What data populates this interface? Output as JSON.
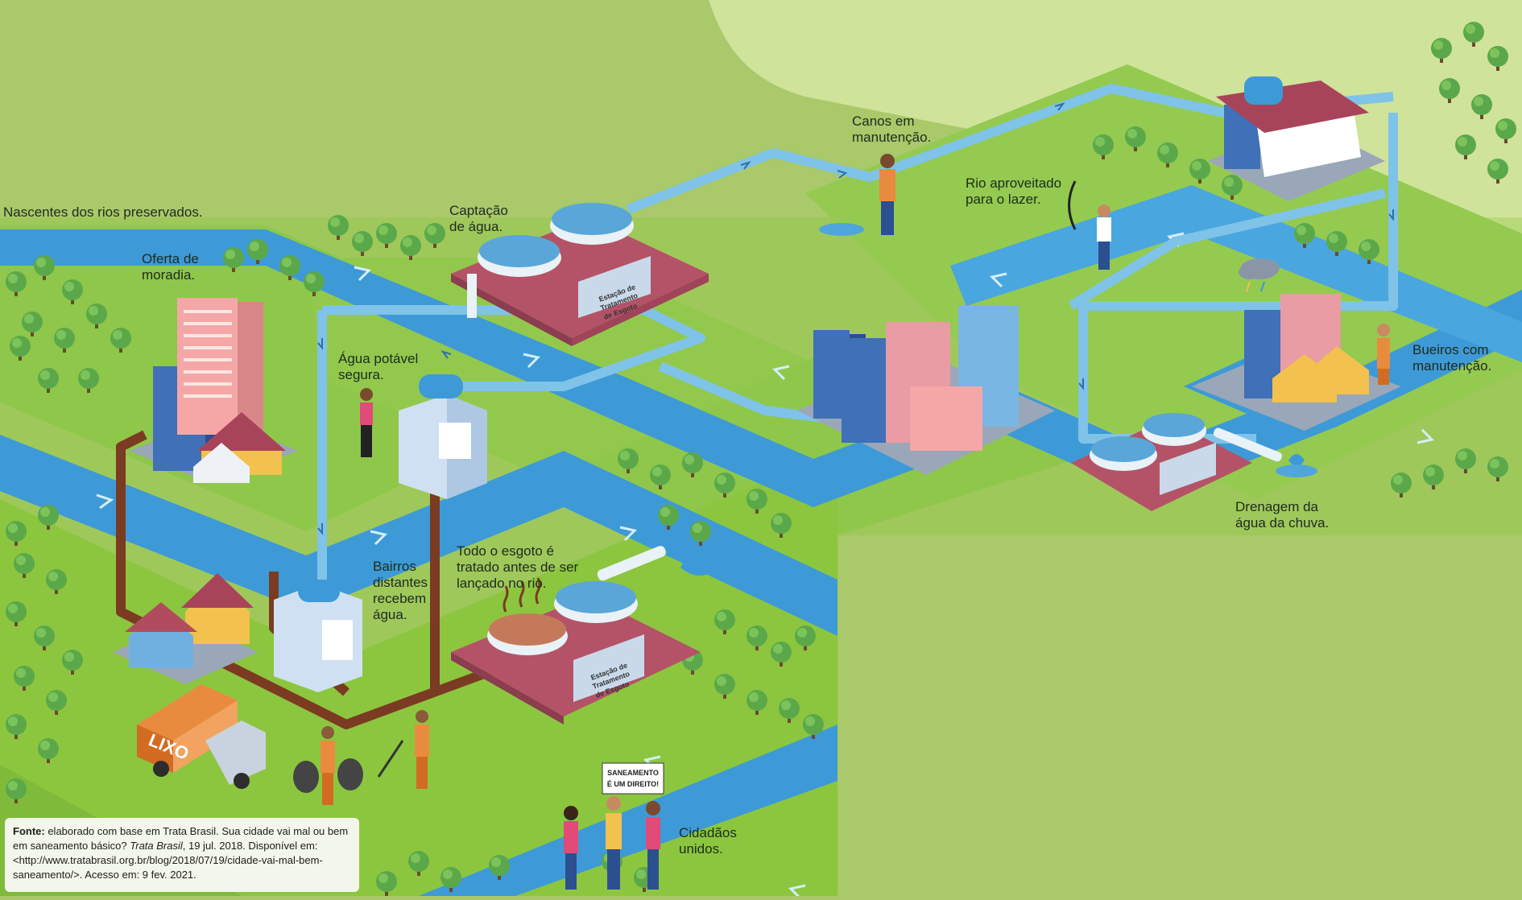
{
  "labels": {
    "nascentes": "Nascentes dos rios preservados.",
    "oferta": "Oferta de\nmoradia.",
    "captacao": "Captação\nde água.",
    "agua_potavel": "Água potável\nsegura.",
    "canos": "Canos em\nmanutenção.",
    "rio_lazer": "Rio aproveitado\npara o lazer.",
    "bueiros": "Bueiros com\nmanutenção.",
    "drenagem": "Drenagem da\nágua da chuva.",
    "esgoto": "Todo o esgoto é\ntratado antes de ser\nlançado no rio.",
    "bairros": "Bairros\ndistantes\nrecebem\nágua.",
    "cidadaos": "Cidadãos\nunidos."
  },
  "truck_text": "LIXO",
  "protest_sign": {
    "line1": "SANEAMENTO",
    "line2": "É UM DIREITO!"
  },
  "station_sign": {
    "line1": "Estação de",
    "line2": "Tratamento",
    "line3": "de Esgoto"
  },
  "source": {
    "prefix": "Fonte:",
    "text1": " elaborado com base em Trata Brasil. Sua cidade vai mal ou bem em saneamento básico? ",
    "publication": "Trata Brasil",
    "text2": ", 19 jul. 2018. Disponível em: <http://www.tratabrasil.org.br/blog/2018/07/19/cidade-vai-mal-bem-saneamento/>. Acesso em: 9 fev. 2021."
  },
  "colors": {
    "grass_light": "#c8e08a",
    "grass": "#8cc63f",
    "river": "#3d9ad6",
    "pipe_clean": "#7fc3e8",
    "pipe_sewage": "#7a3b22",
    "station": "#b45367",
    "tree": "#5ba84a"
  }
}
